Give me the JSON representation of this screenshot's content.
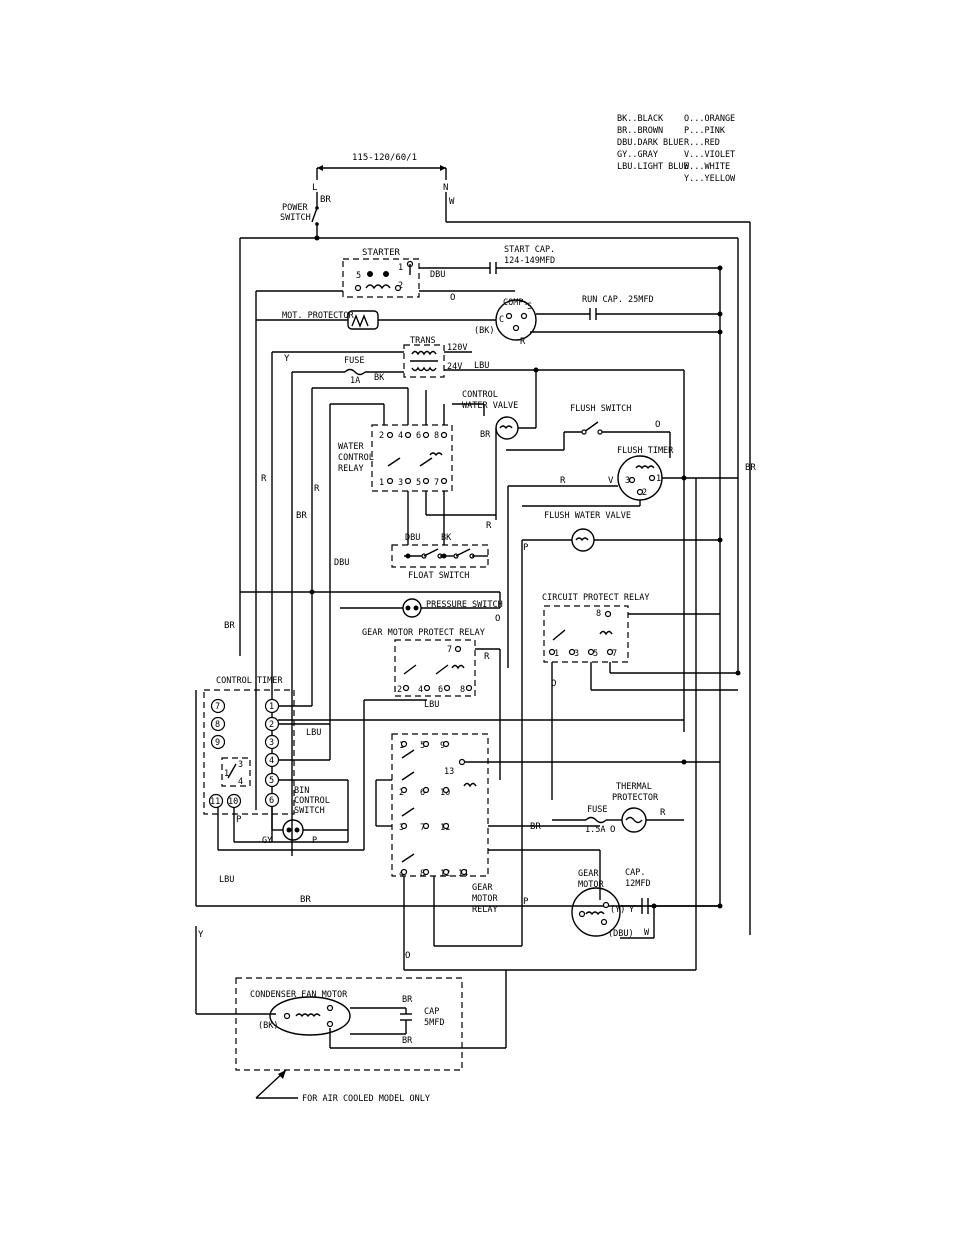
{
  "color_legend": [
    {
      "left": "BK..BLACK",
      "right": "O...ORANGE"
    },
    {
      "left": "BR..BROWN",
      "right": "P...PINK"
    },
    {
      "left": "DBU.DARK BLUE",
      "right": "R...RED"
    },
    {
      "left": "GY..GRAY",
      "right": "V...VIOLET"
    },
    {
      "left": "LBU.LIGHT BLUE",
      "right": "W...WHITE"
    },
    {
      "left": "",
      "right": "Y...YELLOW"
    }
  ],
  "supply": {
    "voltage": "115-120/60/1",
    "line": "L",
    "neutral": "N",
    "line_wire": "BR",
    "neutral_wire": "W"
  },
  "components": {
    "power_switch": [
      "POWER",
      "SWITCH"
    ],
    "starter": "STARTER",
    "start_cap": [
      "START CAP.",
      "124-149MFD"
    ],
    "comp": "COMP.",
    "run_cap": "RUN CAP. 25MFD",
    "mot_protector": "MOT. PROTECTOR",
    "trans": "TRANS",
    "trans_120v": "120V",
    "trans_24v": "24V",
    "fuse": "FUSE",
    "fuse_rating": "1A",
    "control_water_valve": [
      "CONTROL",
      "WATER VALVE"
    ],
    "water_control_relay": [
      "WATER",
      "CONTROL",
      "RELAY"
    ],
    "flush_switch": "FLUSH SWITCH",
    "flush_timer": "FLUSH TIMER",
    "flush_water_valve": "FLUSH WATER VALVE",
    "float_switch": "FLOAT SWITCH",
    "pressure_switch": "PRESSURE SWITCH",
    "circuit_protect_relay": "CIRCUIT PROTECT RELAY",
    "gear_motor_protect_relay": "GEAR MOTOR PROTECT RELAY",
    "control_timer": "CONTROL TIMER",
    "bin_control_switch": [
      "BIN",
      "CONTROL",
      "SWITCH"
    ],
    "gear_motor_relay": [
      "GEAR",
      "MOTOR",
      "RELAY"
    ],
    "fuse2": "FUSE",
    "fuse2_rating": "1.5A",
    "thermal_protector": [
      "THERMAL",
      "PROTECTOR"
    ],
    "gear_motor": [
      "GEAR",
      "MOTOR"
    ],
    "gear_cap": [
      "CAP.",
      "12MFD"
    ],
    "condenser_fan_motor": "CONDENSER FAN MOTOR",
    "fan_cap": [
      "CAP",
      "5MFD"
    ],
    "note": "FOR AIR COOLED MODEL ONLY"
  },
  "wire_labels": {
    "dbu": "DBU",
    "o": "O",
    "bk_comp": "(BK)",
    "r": "R",
    "y": "Y",
    "lbu": "LBU",
    "bk": "BK",
    "br": "BR",
    "v": "V",
    "p": "P",
    "gy": "GY",
    "w": "W",
    "dbu_gm": "(DBU)",
    "y_gm": "(Y)",
    "bk_fan": "(BK)"
  },
  "terminals": {
    "wcr_top": [
      "2",
      "4",
      "6",
      "8"
    ],
    "wcr_bot": [
      "1",
      "3",
      "5",
      "7"
    ],
    "cpr_bot": [
      "1",
      "3",
      "5",
      "7"
    ],
    "cpr_top": "8",
    "gmpr_bot": [
      "2",
      "4",
      "6",
      "8"
    ],
    "gmpr_top": "7",
    "timer_left": [
      "7",
      "8",
      "9"
    ],
    "timer_right": [
      "1",
      "2",
      "3",
      "4",
      "5",
      "6"
    ],
    "timer_bottom": [
      "11",
      "10"
    ],
    "timer_sw": [
      "3",
      "1",
      "4"
    ],
    "gmr_row1": [
      "1",
      "5",
      "9"
    ],
    "gmr_row2": [
      "2",
      "6",
      "10"
    ],
    "gmr_row3": [
      "3",
      "7",
      "11"
    ],
    "gmr_row4": [
      "4",
      "8",
      "12",
      "14"
    ],
    "gmr_13": "13",
    "comp_pins": [
      "S",
      "C",
      "R"
    ],
    "flush_timer_pins": [
      "1",
      "3",
      "2"
    ],
    "starter_pins": [
      "5",
      "1",
      "2"
    ]
  }
}
